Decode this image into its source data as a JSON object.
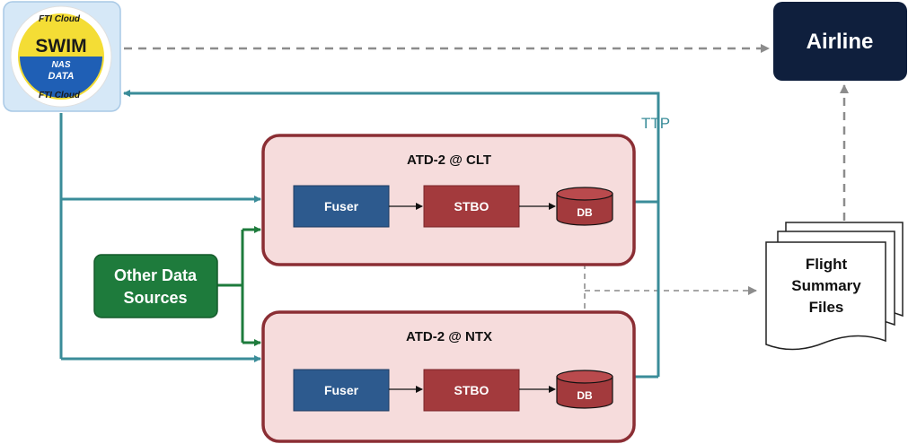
{
  "swim": {
    "ring_top": "FTI Cloud",
    "ring_bottom": "FTI Cloud",
    "title": "SWIM",
    "sub1": "NAS",
    "sub2": "DATA"
  },
  "airline": {
    "label": "Airline"
  },
  "ttp_label": "TTP",
  "sites": [
    {
      "title": "ATD-2 @ CLT",
      "fuser": "Fuser",
      "stbo": "STBO",
      "db": "DB"
    },
    {
      "title": "ATD-2 @ NTX",
      "fuser": "Fuser",
      "stbo": "STBO",
      "db": "DB"
    }
  ],
  "other_sources": {
    "line1": "Other Data",
    "line2": "Sources"
  },
  "flight_files": {
    "line1": "Flight",
    "line2": "Summary",
    "line3": "Files"
  },
  "colors": {
    "teal": "#3a8c99",
    "green": "#1e7b3c",
    "maroon": "#8b2e34",
    "site_fill": "#f6dcdc",
    "fuser_blue": "#2d5a8e",
    "stbo_red": "#a33a3d",
    "airline_navy": "#0f1f3d",
    "dashed_gray": "#8c8c8c",
    "swim_box": "#d6e8f7",
    "swim_yellow": "#f4dd35",
    "swim_blue": "#1f5fb5"
  }
}
